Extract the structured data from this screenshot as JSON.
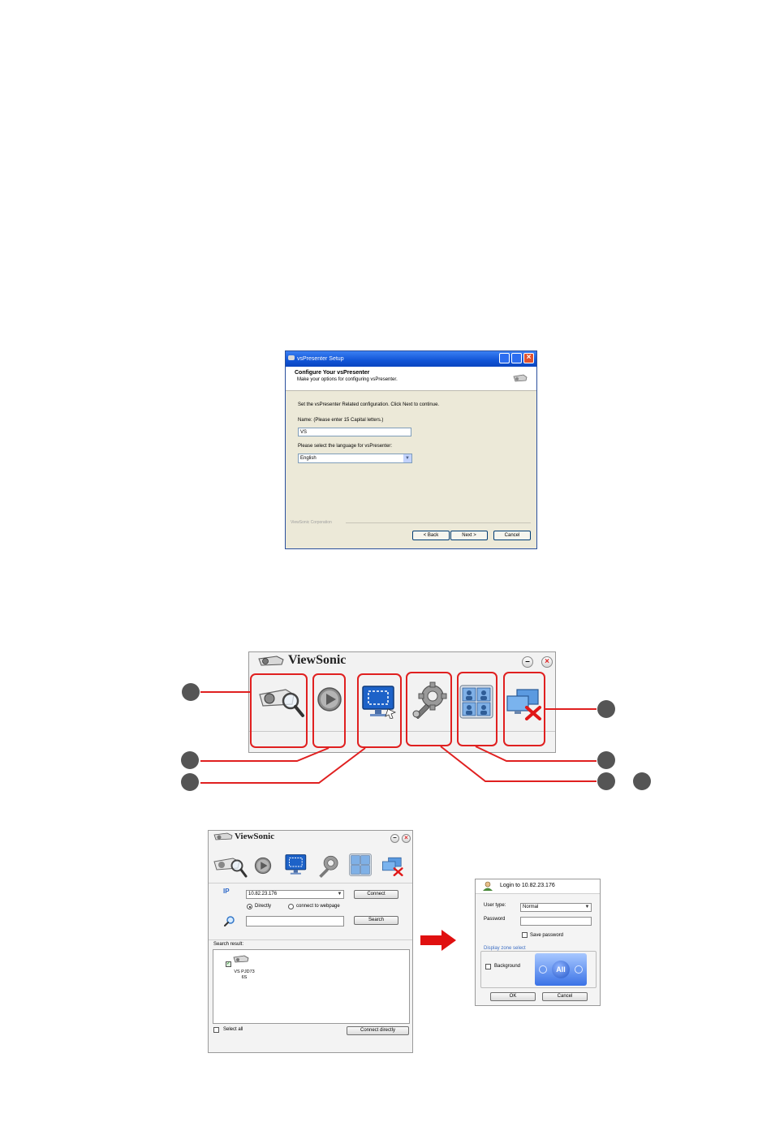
{
  "setup_dialog": {
    "title": "vsPresenter Setup",
    "heading": "Configure Your vsPresenter",
    "subheading": "Make your options for configuring vsPresenter.",
    "intro": "Set the vsPresenter Related configuration. Click Next to continue.",
    "name_label": "Name: (Please enter 15 Capital letters.)",
    "name_value": "VS",
    "language_label": "Please select the language for vsPresenter:",
    "language_value": "English",
    "corporation": "ViewSonic Corporation",
    "back_label": "< Back",
    "next_label": "Next >",
    "cancel_label": "Cancel"
  },
  "toolbar_diagram": {
    "brand": "ViewSonic",
    "minimize_label": "–",
    "close_label": "×",
    "tools": [
      "search-projector-icon",
      "play-icon",
      "screen-capture-icon",
      "settings-icon",
      "split-screen-icon",
      "disconnect-icon"
    ],
    "colors": {
      "highlight": "#e02020",
      "callout": "#555555"
    }
  },
  "app_window": {
    "brand": "ViewSonic",
    "minimize_label": "–",
    "close_label": "×",
    "ip_label": "IP",
    "ip_value": "10.82.23.176",
    "connect_label": "Connect",
    "radio_directly": "Directly",
    "radio_webpage": "connect to webpage",
    "search_value": "",
    "search_label": "Search",
    "search_result_label": "Search result:",
    "result_name_line1": "VS PJD73",
    "result_name_line2": "6S",
    "select_all_label": "Select all",
    "connect_directly_label": "Connect directly"
  },
  "login_dialog": {
    "title": "Login to 10.82.23.176",
    "user_type_label": "User type:",
    "user_type_value": "Normal",
    "password_label": "Password",
    "password_value": "",
    "save_password_label": "Save password",
    "zone_label": "Display zone select",
    "background_label": "Background",
    "all_label": "All",
    "ok_label": "OK",
    "cancel_label": "Cancel"
  }
}
